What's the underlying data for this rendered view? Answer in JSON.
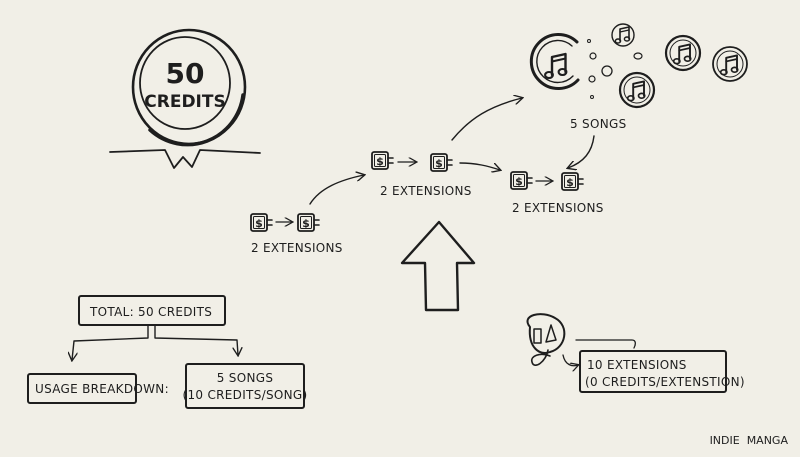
{
  "coin": {
    "amount": "50",
    "unit": "CREDITS"
  },
  "flow": {
    "step1": {
      "label": "2 EXTENSIONS"
    },
    "step2": {
      "label": "2 EXTENSIONS"
    },
    "step3": {
      "label": "2 EXTENSIONS"
    },
    "songs": {
      "label": "5 SONGS",
      "count": 5
    }
  },
  "icons": {
    "coin": "coin-icon",
    "extension": "dollar-plug-icon",
    "song": "music-note-coin-icon",
    "up_arrow": "up-arrow-icon",
    "logo": "pen-nib-logo-icon"
  },
  "breakdown": {
    "total": "TOTAL: 50 CREDITS",
    "usage": "USAGE BREAKDOWN:",
    "songs_line1": "5 SONGS",
    "songs_line2": "(10 CREDITS/SONG)"
  },
  "extensions_note": {
    "line1": "10 EXTENSIONS",
    "line2": "(0 CREDITS/EXTENSTION)"
  },
  "signature": "INDIE  MANGA",
  "colors": {
    "background": "#f1efe7",
    "ink": "#1e1e1e"
  }
}
